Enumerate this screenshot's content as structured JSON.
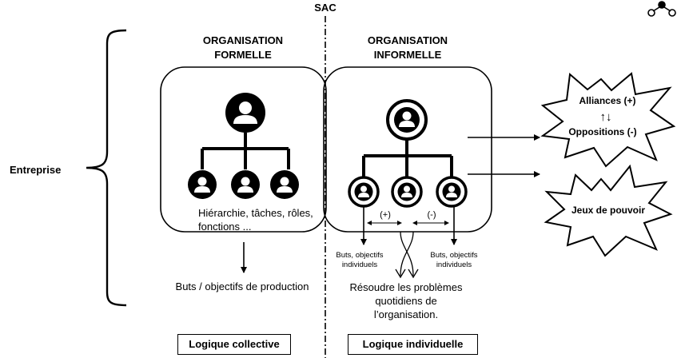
{
  "sac_label": "SAC",
  "entreprise_label": "Entreprise",
  "formal": {
    "title_line1": "ORGANISATION",
    "title_line2": "FORMELLE",
    "desc_line1": "Hiérarchie, tâches, rôles,",
    "desc_line2": "fonctions ...",
    "output": "Buts / objectifs de production",
    "logic": "Logique collective"
  },
  "informal": {
    "title_line1": "ORGANISATION",
    "title_line2": "INFORMELLE",
    "plus": "(+)",
    "minus": "(-)",
    "goals_left_line1": "Buts,  objectifs",
    "goals_left_line2": "individuels",
    "goals_right_line1": "Buts,  objectifs",
    "goals_right_line2": "individuels",
    "solve_line1": "Résoudre les problèmes",
    "solve_line2": "quotidiens de",
    "solve_line3": "l’organisation.",
    "logic": "Logique individuelle"
  },
  "burst_alliances": {
    "line1": "Alliances (+)",
    "arrows": "↑↓",
    "line2": "Oppositions (-)"
  },
  "burst_jeux": {
    "line1": "Jeux de pouvoir"
  },
  "colors": {
    "ink": "#000000",
    "background": "#ffffff"
  }
}
